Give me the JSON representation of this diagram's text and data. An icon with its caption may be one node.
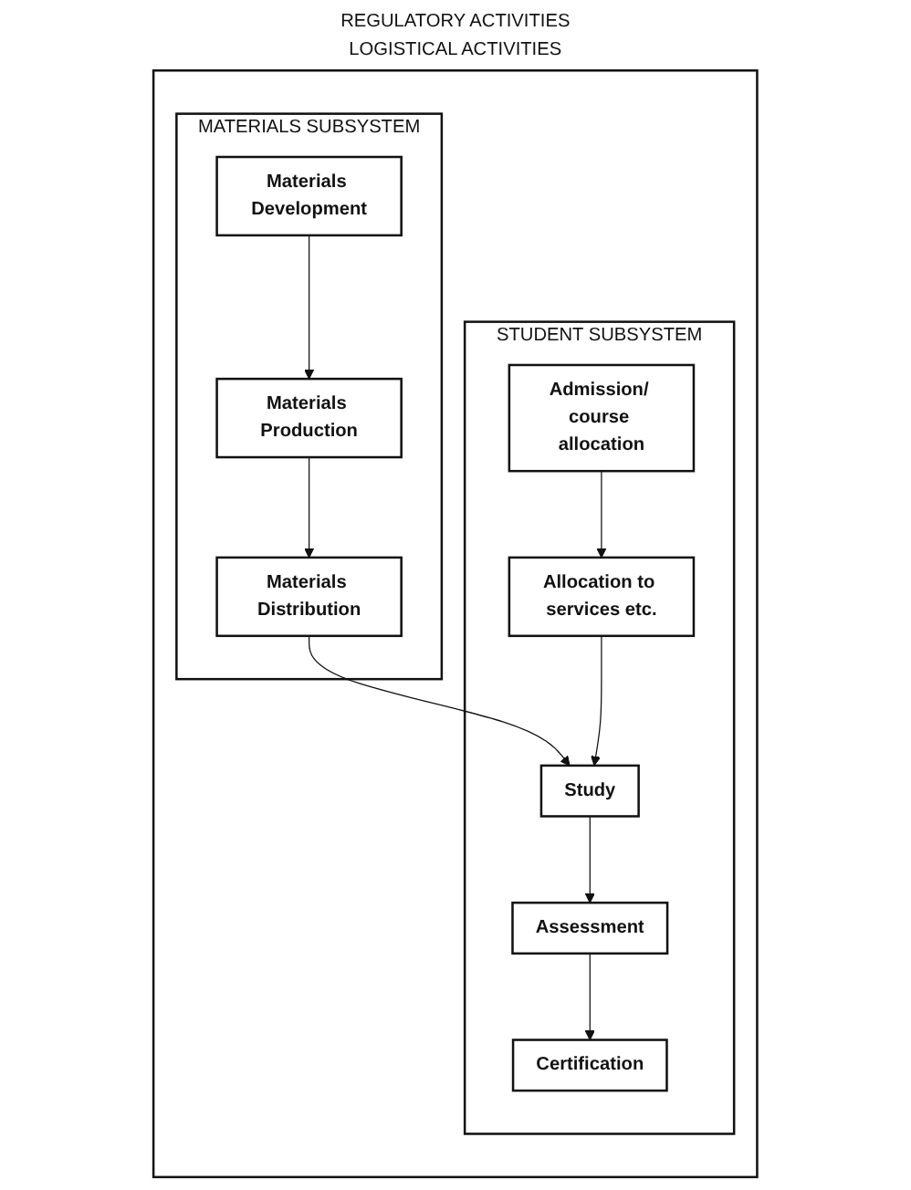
{
  "diagram": {
    "nodes": [
      {
        "text": [
          "REGULATORY ACTIVITIES",
          "LOGISTICAL ACTIVITIES"
        ]
      },
      {
        "text": [
          "MATERIALS SUBSYSTEM"
        ],
        "in": 0
      },
      {
        "text": [
          "Materials Development"
        ],
        "in": 1
      },
      {
        "text": [
          "Materials Production"
        ],
        "in": 1
      },
      {
        "text": [
          "Materials Distribution"
        ],
        "in": 1
      },
      {
        "text": [
          "STUDENT SUBSYSTEM"
        ],
        "in": 0
      },
      {
        "text": [
          "Admission/ course allocation"
        ],
        "in": 5
      },
      {
        "text": [
          "Allocation to services etc."
        ],
        "in": 5
      },
      {
        "text": [
          "Study"
        ],
        "in": 5
      },
      {
        "text": [
          "Assessment"
        ],
        "in": 5
      },
      {
        "text": [
          "Certification"
        ],
        "in": 5
      }
    ],
    "edges": [
      {
        "from": 2,
        "to": 3,
        "arrow": "to"
      },
      {
        "from": 3,
        "to": 4,
        "arrow": "to"
      },
      {
        "from": 4,
        "to": 8,
        "arrow": "to"
      },
      {
        "from": 6,
        "to": 7,
        "arrow": "to"
      },
      {
        "from": 7,
        "to": 8,
        "arrow": "to"
      },
      {
        "from": 8,
        "to": 9,
        "arrow": "to"
      },
      {
        "from": 9,
        "to": 10,
        "arrow": "to"
      }
    ]
  }
}
